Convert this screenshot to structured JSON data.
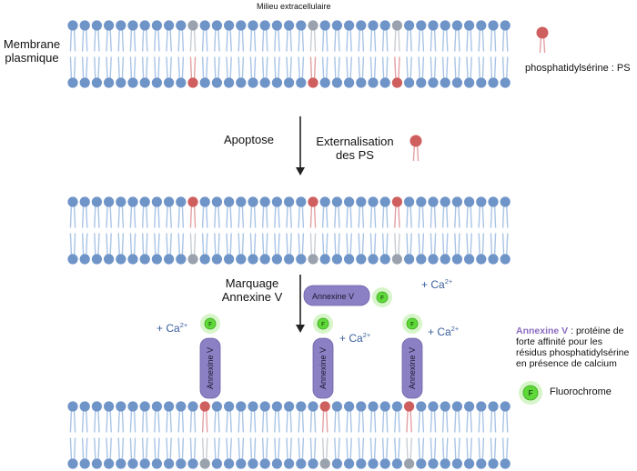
{
  "labels": {
    "extracellular": "Milieu extracellulaire",
    "membrane_line1": "Membrane",
    "membrane_line2": "plasmique",
    "ps_legend": "phosphatidylsérine : PS",
    "apoptose": "Apoptose",
    "externalisation_line1": "Externalisation",
    "externalisation_line2": "des PS",
    "marquage_line1": "Marquage",
    "marquage_line2": "Annexine V",
    "annexin_bar": "Annexine V",
    "fluoro_letter": "F",
    "ca_text": "+ Ca",
    "ca_sup": "2+",
    "annexin_legend_title": "Annexine V",
    "annexin_legend_rest1": " : protéine de",
    "annexin_legend_line2": "forte affinité pour les",
    "annexin_legend_line3": "résidus phosphatidylsérine",
    "annexin_legend_line4": "en présence de calcium",
    "fluorochrome": "Fluorochrome"
  },
  "colors": {
    "lipid_head": "#6f94c8",
    "lipid_tail": "#a9c4e6",
    "ps_head": "#cf5e5e",
    "ps_tail": "#e3a1a4",
    "gray_head": "#9aa3ad",
    "gray_tail": "#c9ced4",
    "annexin": "#8b80c4",
    "annexin_dark": "#6f63a9",
    "fluoro": "#5fd93a",
    "fluoro_glow": "#d6f5c8",
    "arrow": "#222222",
    "text_blue": "#3a5e9c"
  }
}
